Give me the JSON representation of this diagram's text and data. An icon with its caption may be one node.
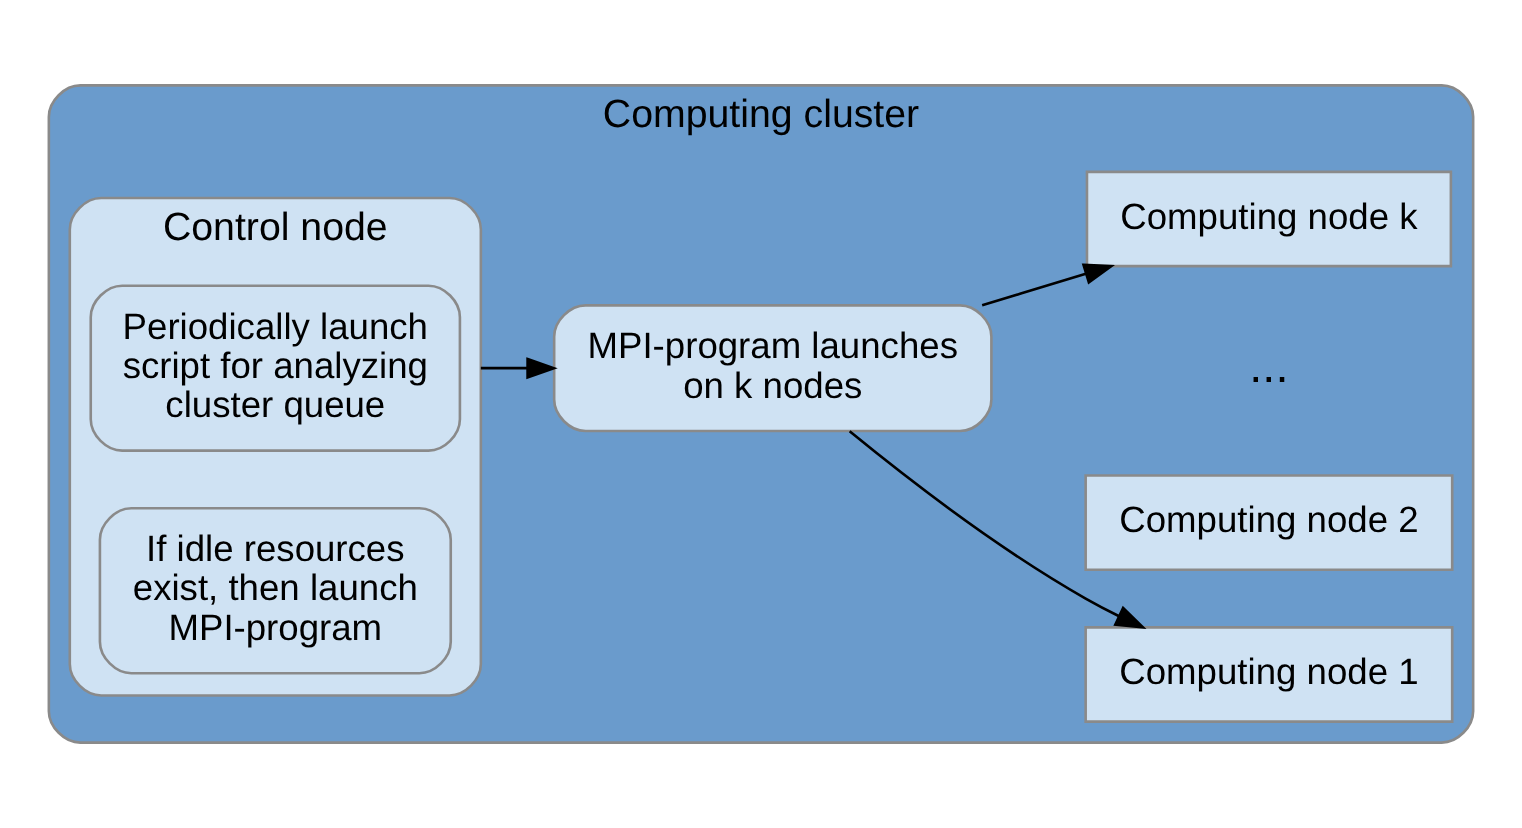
{
  "diagram": {
    "nodes": [
      {
        "text": [
          "Computing cluster"
        ]
      },
      {
        "text": [
          "Control node"
        ],
        "in": 0
      },
      {
        "text": [
          "Periodically launch script for analyzing cluster queue"
        ],
        "in": 1
      },
      {
        "text": [
          "If idle resources exist, then launch MPI-program"
        ],
        "in": 1
      },
      {
        "text": [
          "MPI-program launches on k nodes"
        ],
        "in": 0
      },
      {
        "text": [
          "Computing node 1"
        ],
        "in": 0
      },
      {
        "text": [
          "Computing node 2"
        ],
        "in": 0
      },
      {
        "text": [
          "Computing node k"
        ],
        "in": 0
      }
    ],
    "edges": [
      {
        "from": 1,
        "to": 4,
        "arrow": "to"
      },
      {
        "from": 4,
        "to": 5,
        "arrow": "to"
      },
      {
        "from": 4,
        "to": 7,
        "arrow": "to"
      }
    ],
    "labels": [
      "..."
    ]
  }
}
